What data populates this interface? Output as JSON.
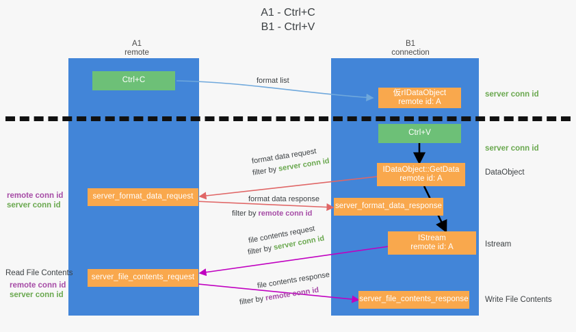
{
  "title": "A1 - Ctrl+C\nB1 - Ctrl+V",
  "colors": {
    "lane": "#4285d8",
    "green_box": "#6dc077",
    "orange_box": "#f9a84d",
    "server_conn_id": "#6aa84f",
    "remote_conn_id": "#a64ca6",
    "arrow_blue": "#6fa8dc",
    "arrow_red": "#e06666",
    "arrow_magenta": "#c000c0",
    "arrow_black": "#000000",
    "background": "#f7f7f7"
  },
  "columns": [
    {
      "name": "A1",
      "sub": "remote"
    },
    {
      "name": "B1",
      "sub": "connection"
    }
  ],
  "boxes": {
    "ctrl_c": {
      "line1": "Ctrl+C"
    },
    "ctrl_v": {
      "line1": "Ctrl+V"
    },
    "idataobject": {
      "line1": "仮᳊rIDataObject",
      "line2": "remote id: A"
    },
    "getdata": {
      "line1": "IDataObject::GetData",
      "line2": "remote id: A"
    },
    "istream": {
      "line1": "IStream",
      "line2": "remote id: A"
    },
    "server_format_data_request": {
      "line1": "server_format_data_request"
    },
    "server_format_data_response": {
      "line1": "server_format_data_response"
    },
    "server_file_contents_request": {
      "line1": "server_file_contents_request"
    },
    "server_file_contents_response": {
      "line1": "server_file_contents_response"
    }
  },
  "right_labels": {
    "server_conn_id_top": "server conn id",
    "server_conn_id_mid": "server conn id",
    "dataobject": "DataObject",
    "istream": "Istream",
    "write_file_contents": "Write File Contents"
  },
  "left_labels": {
    "format_remote": "remote conn id",
    "format_server": "server conn id",
    "read_file_contents": "Read File Contents",
    "file_remote": "remote conn id",
    "file_server": "server conn id"
  },
  "edges": {
    "format_list": "format list",
    "format_data_request": "format data request",
    "format_data_request_filter_prefix": "filter by ",
    "format_data_request_filter_value": "server conn id",
    "format_data_response": "format data response",
    "format_data_response_filter_prefix": "filter by ",
    "format_data_response_filter_value": "remote conn id",
    "file_contents_request": "file contents request",
    "file_contents_request_filter_prefix": "filter by ",
    "file_contents_request_filter_value": "server conn id",
    "file_contents_response": "file contents response",
    "file_contents_response_filter_prefix": "filter by ",
    "file_contents_response_filter_value": "remote conn id"
  }
}
